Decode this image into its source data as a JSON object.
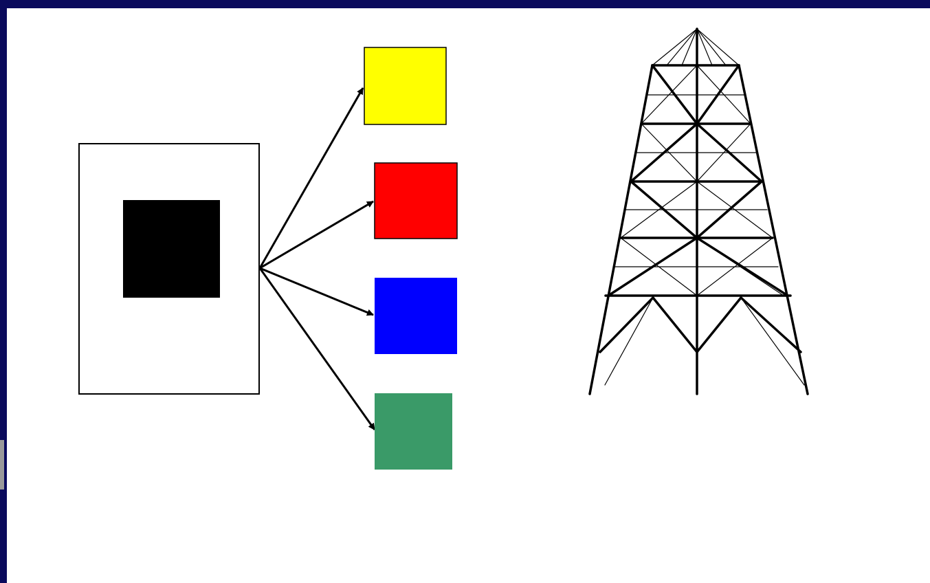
{
  "colors": {
    "frame": "#0a0a5c",
    "canvas": "#ffffff",
    "ink": "#000000",
    "source_fill": "#000000",
    "outputs": [
      "#ffff00",
      "#ff0000",
      "#0000ff",
      "#3a9a68"
    ]
  },
  "diagram": {
    "source": {
      "name": "source-image-box",
      "inner": "black-square"
    },
    "outputs": [
      {
        "name": "yellow-square",
        "color": "#ffff00"
      },
      {
        "name": "red-square",
        "color": "#ff0000"
      },
      {
        "name": "blue-square",
        "color": "#0000ff"
      },
      {
        "name": "green-square",
        "color": "#3a9a68"
      }
    ],
    "illustration": "lattice-tower-icon"
  }
}
